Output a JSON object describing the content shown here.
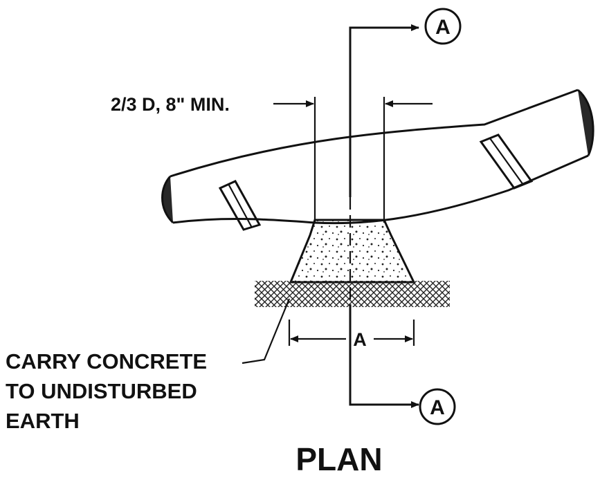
{
  "diagram": {
    "dimension_label": "2/3 D, 8\" MIN.",
    "note_lines": [
      "CARRY CONCRETE",
      "TO UNDISTURBED",
      "EARTH"
    ],
    "base_dimension_label": "A",
    "section_marker_top": "A",
    "section_marker_bottom": "A",
    "view_title": "PLAN"
  }
}
